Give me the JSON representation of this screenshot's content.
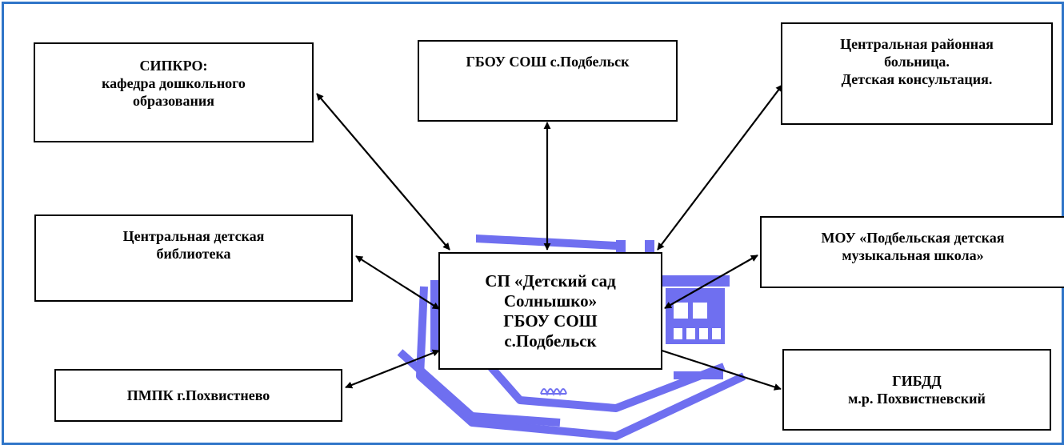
{
  "colors": {
    "frame": "#2f75c8",
    "watermark": "#6f6ff0",
    "box_border": "#000000",
    "arrow": "#000000"
  },
  "center": {
    "lines": [
      "СП «Детский сад",
      "Солнышко»",
      "ГБОУ СОШ",
      "с.Подбельск"
    ]
  },
  "nodes": {
    "sipkro": {
      "lines": [
        "СИПКРО:",
        "кафедра дошкольного",
        "образования"
      ]
    },
    "gbou": {
      "lines": [
        "ГБОУ СОШ с.Подбельск"
      ]
    },
    "crb": {
      "lines": [
        "Центральная районная",
        "больница.",
        "Детская консультация."
      ]
    },
    "library": {
      "lines": [
        "Центральная детская",
        "библиотека"
      ]
    },
    "music": {
      "lines": [
        "МОУ «Подбельская детская",
        "музыкальная школа»"
      ]
    },
    "pmpk": {
      "lines": [
        "ПМПК г.Похвистнево"
      ]
    },
    "gibdd": {
      "lines": [
        "ГИБДД",
        "м.р. Похвистневский"
      ]
    }
  },
  "watermark": {
    "icon": "school-building-icon"
  }
}
